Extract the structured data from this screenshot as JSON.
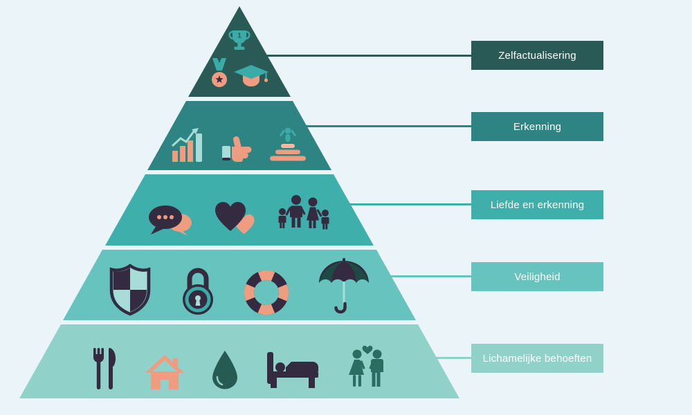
{
  "background_color": "#ebf5f9",
  "diagram_title": "Maslow hierarchy of needs (Dutch)",
  "pyramid": {
    "label_text_color": "#ffffff",
    "levels": [
      {
        "name": "zelfactualisering",
        "label": "Zelfactualisering",
        "color": "#295a55",
        "icons": [
          "trophy-icon",
          "medal-icon",
          "graduation-cap-icon"
        ]
      },
      {
        "name": "erkenning",
        "label": "Erkenning",
        "color": "#2e8482",
        "icons": [
          "growth-chart-icon",
          "thumbs-up-icon",
          "person-on-podium-icon"
        ]
      },
      {
        "name": "liefde-en-erkenning",
        "label": "Liefde en erkenning",
        "color": "#3fafab",
        "icons": [
          "speech-bubbles-icon",
          "hearts-icon",
          "family-icon"
        ]
      },
      {
        "name": "veiligheid",
        "label": "Veiligheid",
        "color": "#67c3bd",
        "icons": [
          "shield-icon",
          "padlock-icon",
          "lifebuoy-icon",
          "umbrella-icon"
        ]
      },
      {
        "name": "lichamelijke-behoeften",
        "label": "Lichamelijke behoeften",
        "color": "#90d2ca",
        "icons": [
          "cutlery-icon",
          "house-icon",
          "water-drop-icon",
          "bed-icon",
          "couple-icon"
        ]
      }
    ],
    "accent_colors": {
      "salmon": "#ee9d81",
      "light_salmon": "#f2bba4",
      "plum": "#342b40",
      "light_teal": "#a8dcd8",
      "teal": "#3aaba7",
      "dark_green_teal": "#255b53",
      "umbrella_green": "#1d4a45",
      "couple_green": "#2a6e63"
    },
    "trophy_number": "1"
  }
}
